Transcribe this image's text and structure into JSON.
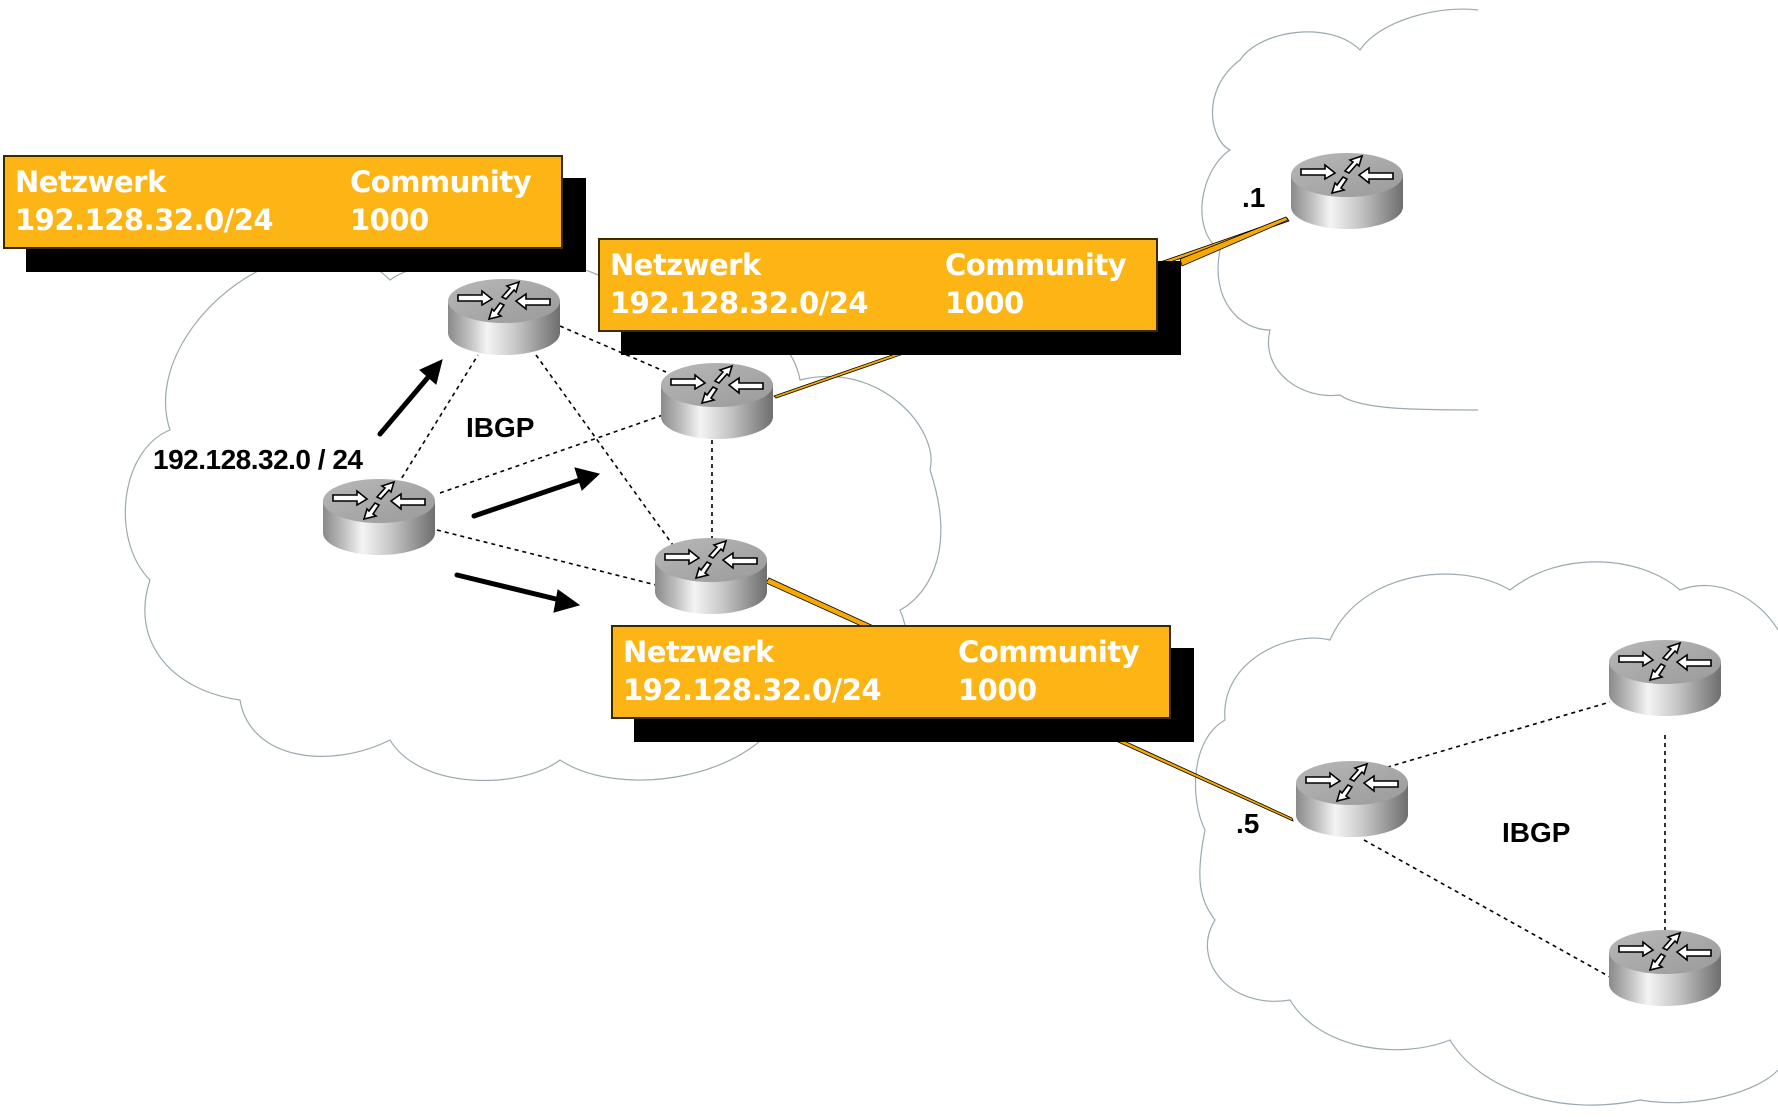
{
  "diagram": {
    "title": "BGP Community propagation",
    "colors": {
      "box_fill": "#fdb515",
      "box_shadow": "#000000",
      "box_text": "#ffffff",
      "link_orange": "#f5a800",
      "cloud_outline": "#9aaab0",
      "ibgp_line": "#000000"
    },
    "info_boxes": [
      {
        "network_header": "Netzwerk",
        "community_header": "Community",
        "network": "192.128.32.0/24",
        "community": "1000"
      },
      {
        "network_header": "Netzwerk",
        "community_header": "Community",
        "network": "192.128.32.0/24",
        "community": "1000"
      },
      {
        "network_header": "Netzwerk",
        "community_header": "Community",
        "network": "192.128.32.0/24",
        "community": "1000"
      }
    ],
    "labels": {
      "ibgp_left": "IBGP",
      "ibgp_right": "IBGP",
      "prefix": "192.128.32.0 / 24",
      "addr_top": ".1",
      "addr_bottom": ".5"
    },
    "routers": [
      {
        "id": "r1",
        "cloud": "left"
      },
      {
        "id": "r2",
        "cloud": "left"
      },
      {
        "id": "r3",
        "cloud": "left"
      },
      {
        "id": "r4",
        "cloud": "left"
      },
      {
        "id": "r5",
        "cloud": "top-right"
      },
      {
        "id": "r6",
        "cloud": "bottom-right"
      },
      {
        "id": "r7",
        "cloud": "bottom-right"
      },
      {
        "id": "r8",
        "cloud": "bottom-right"
      }
    ],
    "ibgp_links": [
      [
        "r3",
        "r1"
      ],
      [
        "r3",
        "r2"
      ],
      [
        "r3",
        "r4"
      ],
      [
        "r1",
        "r2"
      ],
      [
        "r1",
        "r4"
      ],
      [
        "r2",
        "r4"
      ],
      [
        "r6",
        "r7"
      ],
      [
        "r6",
        "r8"
      ],
      [
        "r7",
        "r8"
      ]
    ],
    "ebgp_links": [
      [
        "r2",
        "r5"
      ],
      [
        "r4",
        "r6"
      ]
    ],
    "advertisement_arrows": [
      {
        "from": "r3",
        "to": "r1"
      },
      {
        "from": "r3",
        "to": "r2"
      },
      {
        "from": "r3",
        "to": "r4"
      }
    ]
  }
}
